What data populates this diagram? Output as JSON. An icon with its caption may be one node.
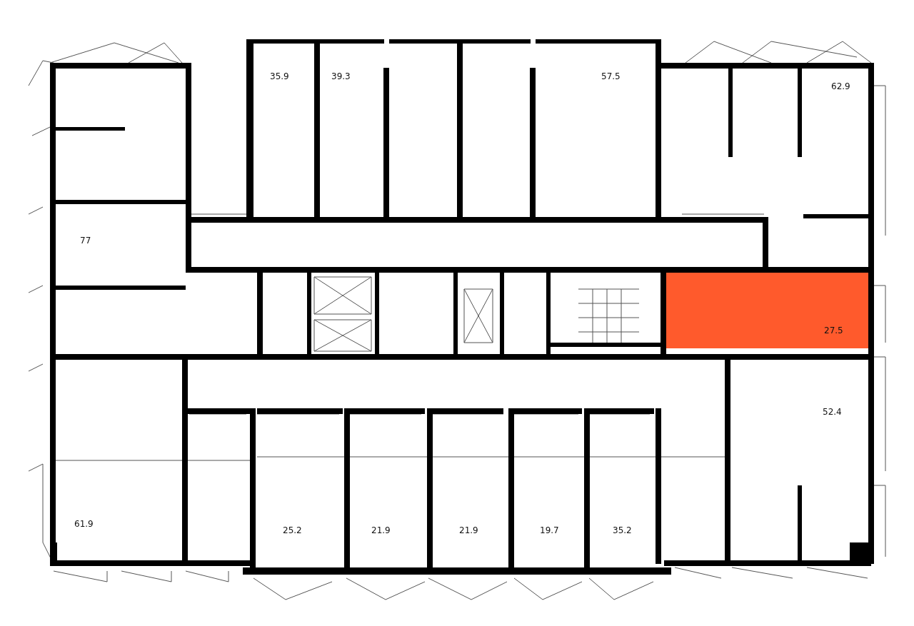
{
  "diagram": {
    "labels": [
      "35.9",
      "39.3",
      "57.5",
      "62.9",
      "77",
      "27.5",
      "52.4",
      "61.9",
      "25.2",
      "21.9",
      "21.9",
      "19.7",
      "35.2"
    ]
  }
}
